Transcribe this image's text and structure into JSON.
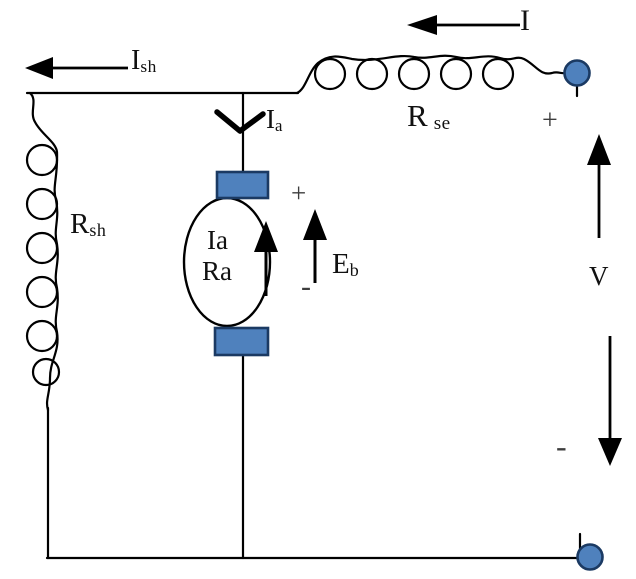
{
  "figure": {
    "type": "circuit-diagram",
    "description": "Long shunt compound DC motor circuit"
  },
  "labels": {
    "shunt_current": {
      "base": "I",
      "sub": "sh"
    },
    "line_current": {
      "text": "I"
    },
    "armature_current_wire": {
      "base": "I",
      "sub": "a"
    },
    "series_field": {
      "base": "R",
      "sub": "se"
    },
    "shunt_field": {
      "base": "R",
      "sub": "sh"
    },
    "armature_text_top": "Ia",
    "armature_text_bottom": "Ra",
    "back_emf": {
      "base": "E",
      "sub": "b"
    },
    "supply_voltage": "V",
    "back_emf_plus": "+",
    "back_emf_minus": "-",
    "supply_plus": "+",
    "supply_minus": "-"
  },
  "colors": {
    "wire": "#000000",
    "text": "#111111",
    "terminal_fill": "#4f81bd",
    "terminal_stroke": "#1b3a63"
  }
}
